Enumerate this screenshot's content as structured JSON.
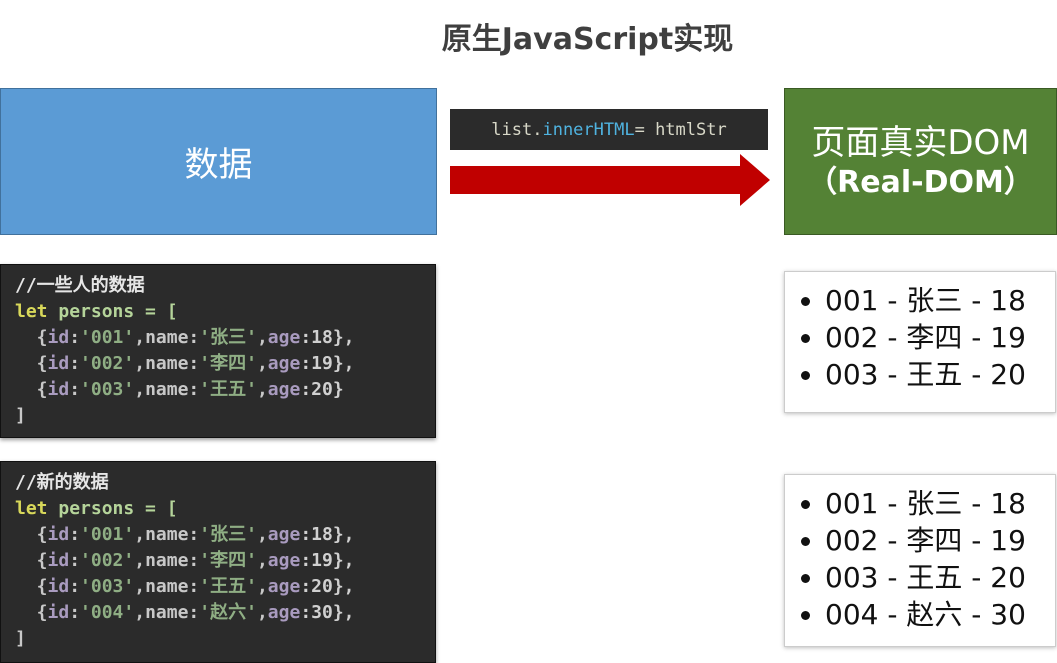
{
  "title": "原生JavaScript实现",
  "data_box": "数据",
  "real_dom": {
    "line1": "页面真实DOM",
    "line2": "（Real-DOM）"
  },
  "snippet": {
    "obj": "list.",
    "prop": "innerHTML",
    "rest": " = htmlStr"
  },
  "colors": {
    "blue": "#5b9bd5",
    "green": "#548235",
    "arrow": "#c00000",
    "code_bg": "#2b2b2b"
  },
  "code1": [
    [
      [
        "//一些人的数据",
        "comment"
      ]
    ],
    [
      [
        "let",
        "kw"
      ],
      [
        " persons = [",
        "var"
      ]
    ],
    [
      [
        "  {",
        "p"
      ],
      [
        "id",
        "key"
      ],
      [
        ":",
        "p"
      ],
      [
        "'001'",
        "str"
      ],
      [
        ",name:",
        "p"
      ],
      [
        "'张三'",
        "str"
      ],
      [
        ",",
        "p"
      ],
      [
        "age",
        "key"
      ],
      [
        ":18},",
        "num"
      ]
    ],
    [
      [
        "  {",
        "p"
      ],
      [
        "id",
        "key"
      ],
      [
        ":",
        "p"
      ],
      [
        "'002'",
        "str"
      ],
      [
        ",name:",
        "p"
      ],
      [
        "'李四'",
        "str"
      ],
      [
        ",",
        "p"
      ],
      [
        "age",
        "key"
      ],
      [
        ":19},",
        "num"
      ]
    ],
    [
      [
        "  {",
        "p"
      ],
      [
        "id",
        "key"
      ],
      [
        ":",
        "p"
      ],
      [
        "'003'",
        "str"
      ],
      [
        ",name:",
        "p"
      ],
      [
        "'王五'",
        "str"
      ],
      [
        ",",
        "p"
      ],
      [
        "age",
        "key"
      ],
      [
        ":20}",
        "num"
      ]
    ],
    [
      [
        "]",
        "p"
      ]
    ]
  ],
  "code2": [
    [
      [
        "//新的数据",
        "comment"
      ]
    ],
    [
      [
        "let",
        "kw"
      ],
      [
        " persons = [",
        "var"
      ]
    ],
    [
      [
        "  {",
        "p"
      ],
      [
        "id",
        "key"
      ],
      [
        ":",
        "p"
      ],
      [
        "'001'",
        "str"
      ],
      [
        ",name:",
        "p"
      ],
      [
        "'张三'",
        "str"
      ],
      [
        ",",
        "p"
      ],
      [
        "age",
        "key"
      ],
      [
        ":18},",
        "num"
      ]
    ],
    [
      [
        "  {",
        "p"
      ],
      [
        "id",
        "key"
      ],
      [
        ":",
        "p"
      ],
      [
        "'002'",
        "str"
      ],
      [
        ",name:",
        "p"
      ],
      [
        "'李四'",
        "str"
      ],
      [
        ",",
        "p"
      ],
      [
        "age",
        "key"
      ],
      [
        ":19},",
        "num"
      ]
    ],
    [
      [
        "  {",
        "p"
      ],
      [
        "id",
        "key"
      ],
      [
        ":",
        "p"
      ],
      [
        "'003'",
        "str"
      ],
      [
        ",name:",
        "p"
      ],
      [
        "'王五'",
        "str"
      ],
      [
        ",",
        "p"
      ],
      [
        "age",
        "key"
      ],
      [
        ":20},",
        "num"
      ]
    ],
    [
      [
        "  {",
        "p"
      ],
      [
        "id",
        "key"
      ],
      [
        ":",
        "p"
      ],
      [
        "'004'",
        "str"
      ],
      [
        ",name:",
        "p"
      ],
      [
        "'赵六'",
        "str"
      ],
      [
        ",",
        "p"
      ],
      [
        "age",
        "key"
      ],
      [
        ":30},",
        "num"
      ]
    ],
    [
      [
        "]",
        "p"
      ]
    ]
  ],
  "list1": [
    "001 - 张三 - 18",
    "002 - 李四 - 19",
    "003 - 王五 - 20"
  ],
  "list2": [
    "001 - 张三 - 18",
    "002 - 李四 - 19",
    "003 - 王五 - 20",
    "004 - 赵六 - 30"
  ]
}
